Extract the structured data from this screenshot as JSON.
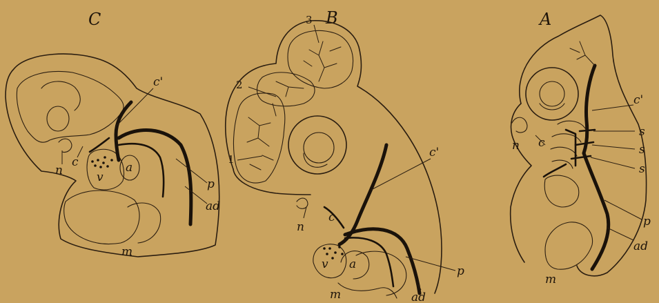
{
  "panels": {
    "c": {
      "title": "C",
      "labels": {
        "c_prime": "c'",
        "n": "n",
        "c": "c",
        "v": "v",
        "a": "a",
        "p": "p",
        "ad": "ad",
        "m": "m"
      }
    },
    "b": {
      "title": "B",
      "labels": {
        "three": "3",
        "two": "2",
        "one": "1",
        "c_prime": "c'",
        "n": "n",
        "c": "c",
        "v": "v",
        "a": "a",
        "p": "p",
        "ad": "ad",
        "m": "m"
      }
    },
    "a": {
      "title": "A",
      "labels": {
        "c_prime": "c'",
        "n": "n",
        "c": "c",
        "s1": "s",
        "s2": "s",
        "s3": "s",
        "p": "p",
        "ad": "ad",
        "m": "m"
      }
    }
  },
  "colors": {
    "background": "#c9a35f",
    "ink": "#1e140a"
  }
}
